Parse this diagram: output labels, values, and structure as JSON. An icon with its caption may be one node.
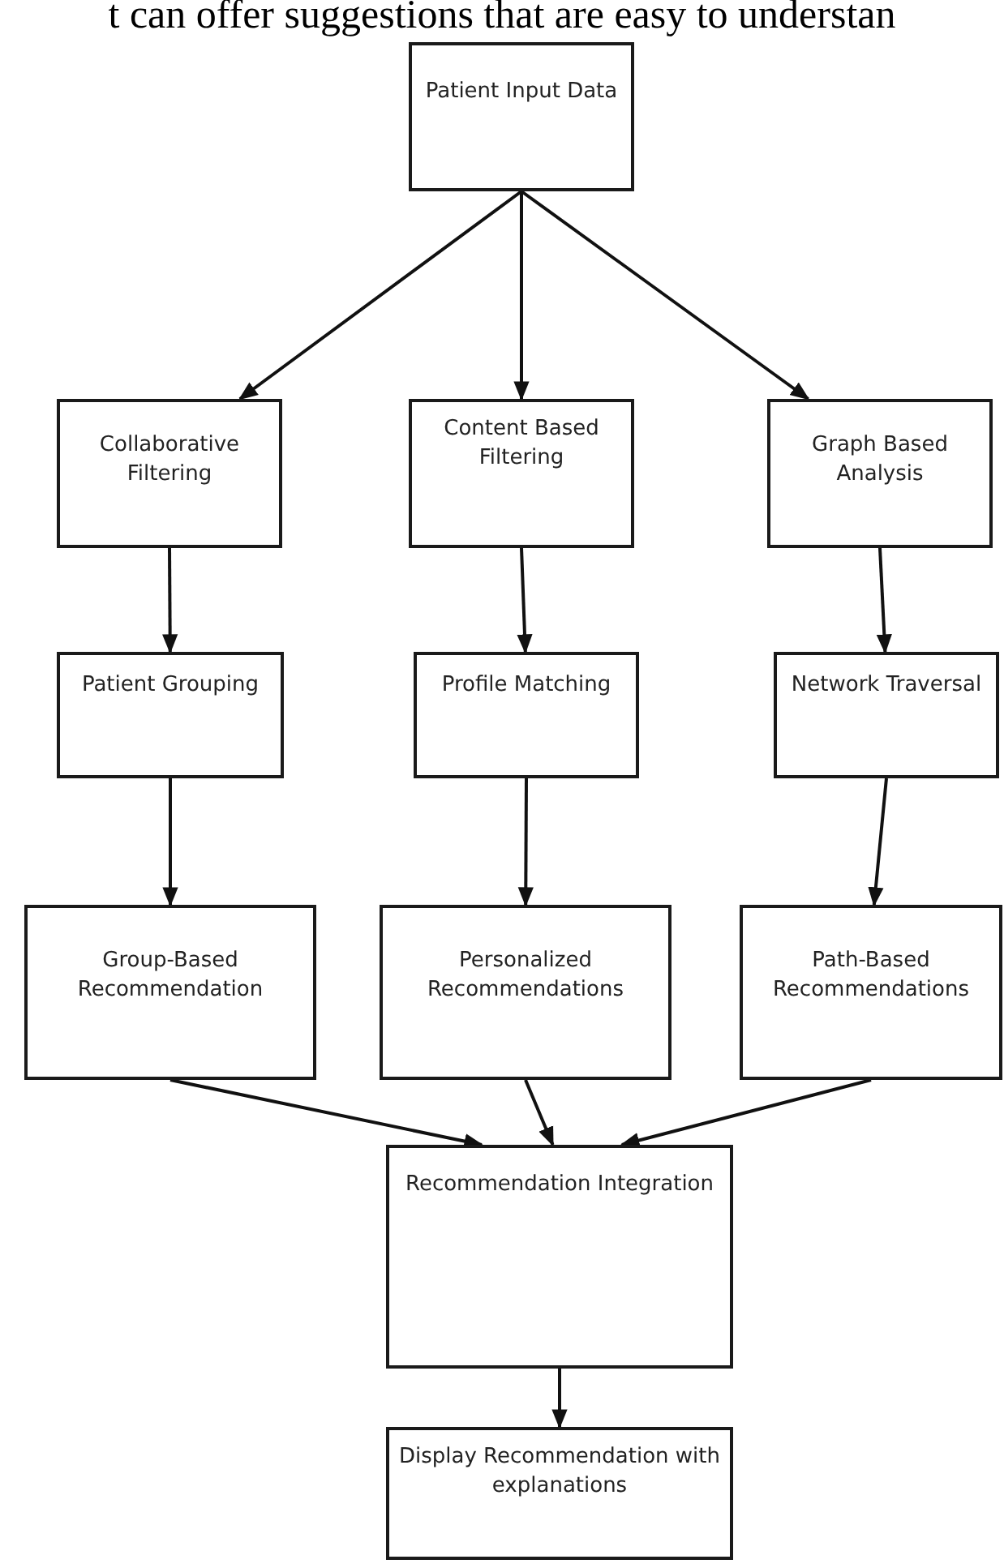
{
  "diagram": {
    "nodes": [
      {
        "text": [
          "Patient Input Data"
        ]
      },
      {
        "text": [
          "Collaborative Filtering"
        ]
      },
      {
        "text": [
          "Content Based Filtering"
        ]
      },
      {
        "text": [
          "Graph Based Analysis"
        ]
      },
      {
        "text": [
          "Patient Grouping"
        ]
      },
      {
        "text": [
          "Profile Matching"
        ]
      },
      {
        "text": [
          "Network Traversal"
        ]
      },
      {
        "text": [
          "Group-Based Recommendation"
        ]
      },
      {
        "text": [
          "Personalized Recommendations"
        ]
      },
      {
        "text": [
          "Path-Based Recommendations"
        ]
      },
      {
        "text": [
          "Recommendation Integration"
        ]
      },
      {
        "text": [
          "Display Recommendation with explanations"
        ]
      }
    ],
    "edges": [
      {
        "from": 0,
        "to": 1,
        "arrow": "to"
      },
      {
        "from": 0,
        "to": 2,
        "arrow": "to"
      },
      {
        "from": 0,
        "to": 3,
        "arrow": "to"
      },
      {
        "from": 1,
        "to": 4,
        "arrow": "to"
      },
      {
        "from": 2,
        "to": 5,
        "arrow": "to"
      },
      {
        "from": 3,
        "to": 6,
        "arrow": "to"
      },
      {
        "from": 4,
        "to": 7,
        "arrow": "to"
      },
      {
        "from": 5,
        "to": 8,
        "arrow": "to"
      },
      {
        "from": 6,
        "to": 9,
        "arrow": "to"
      },
      {
        "from": 7,
        "to": 10,
        "arrow": "to"
      },
      {
        "from": 8,
        "to": 10,
        "arrow": "to"
      },
      {
        "from": 9,
        "to": 10,
        "arrow": "to"
      },
      {
        "from": 10,
        "to": 11,
        "arrow": "to"
      }
    ],
    "labels": [
      "t can offer suggestions that are easy to understan"
    ]
  }
}
